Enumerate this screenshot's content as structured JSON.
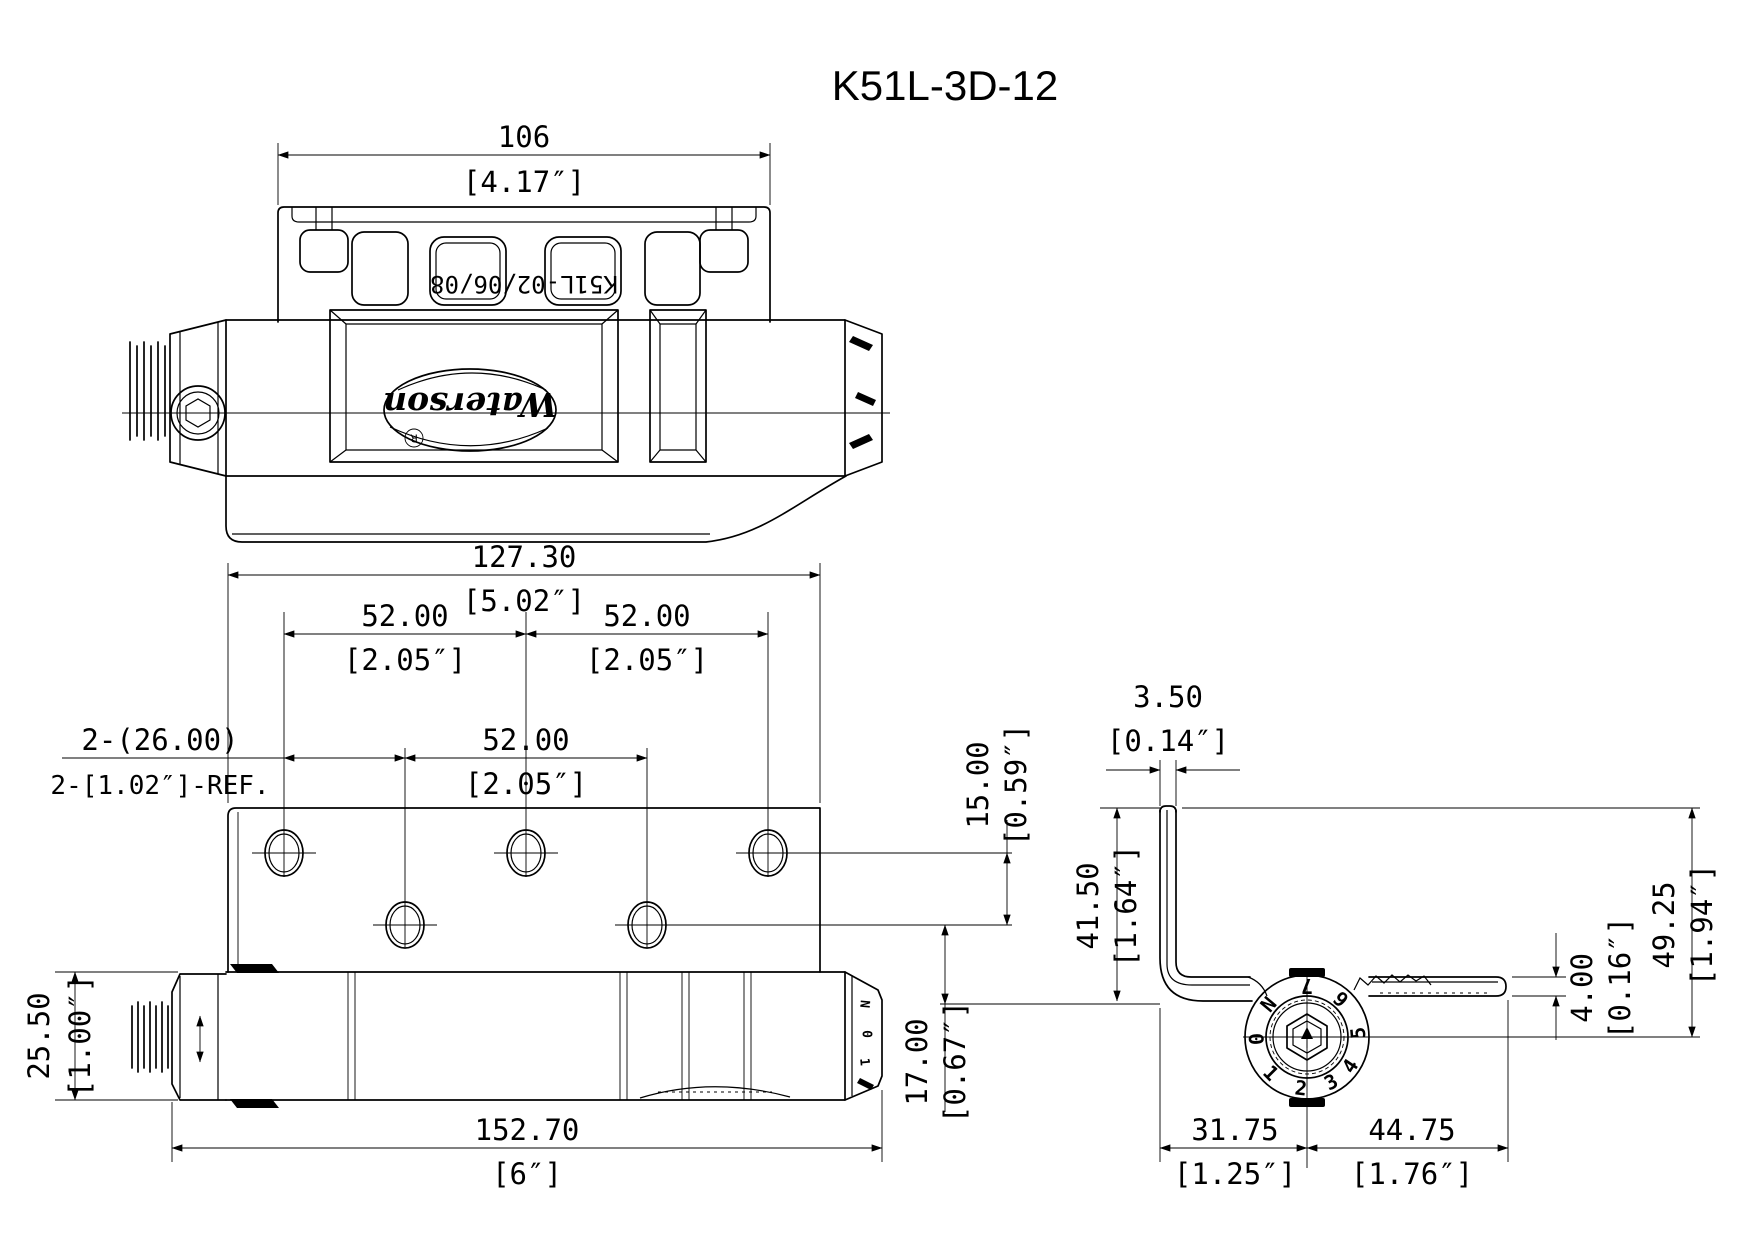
{
  "title": "K51L-3D-12",
  "part_marking": "K51L-02/06/08",
  "logo": {
    "text": "Waterson",
    "registered": "R"
  },
  "colors": {
    "line": "#000000",
    "background": "#ffffff"
  },
  "top_view": {
    "dim_width_mm": "106",
    "dim_width_in": "[4.17″]"
  },
  "front_view": {
    "dim_overall_mm": "127.30",
    "dim_overall_in": "[5.02″]",
    "dim_hole_left_mm": "52.00",
    "dim_hole_left_in": "[2.05″]",
    "dim_hole_right_mm": "52.00",
    "dim_hole_right_in": "[2.05″]",
    "dim_hole_mid_mm": "52.00",
    "dim_hole_mid_in": "[2.05″]",
    "dim_offset_label_mm": "2-(26.00)",
    "dim_offset_label_in": "2-[1.02″]-REF.",
    "dim_cap_mm": "25.50",
    "dim_cap_in": "[1.00″]",
    "dim_length_mm": "152.70",
    "dim_length_in": "[6″]",
    "dim_row_gap_mm": "15.00",
    "dim_row_gap_in": "[0.59″]",
    "dim_pin_drop_mm": "17.00",
    "dim_pin_drop_in": "[0.67″]",
    "cap_labels": [
      "N",
      "0",
      "1"
    ]
  },
  "side_view": {
    "dim_plate_thk_mm": "3.50",
    "dim_plate_thk_in": "[0.14″]",
    "dim_leg_mm": "41.50",
    "dim_leg_in": "[1.64″]",
    "dim_height_mm": "49.25",
    "dim_height_in": "[1.94″]",
    "dim_pin_mm": "4.00",
    "dim_pin_in": "[0.16″]",
    "dim_left_mm": "31.75",
    "dim_left_in": "[1.25″]",
    "dim_right_mm": "44.75",
    "dim_right_in": "[1.76″]",
    "dial_labels": [
      "N",
      "0",
      "1",
      "2",
      "3",
      "4",
      "5",
      "6",
      "7"
    ]
  }
}
